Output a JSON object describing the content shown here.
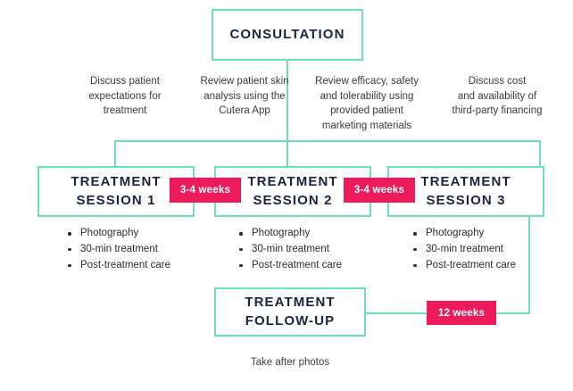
{
  "diagram": {
    "title_node": {
      "label": "CONSULTATION"
    },
    "consultation_notes": [
      {
        "text": "Discuss patient\nexpectations for\ntreatment"
      },
      {
        "text": "Review patient skin\nanalysis using the\nCutera App"
      },
      {
        "text": "Review efficacy, safety\nand tolerability using\nprovided patient\nmarketing materials"
      },
      {
        "text": "Discuss cost\nand availability of\nthird-party financing"
      }
    ],
    "sessions": [
      {
        "label": "TREATMENT\nSESSION 1",
        "details": [
          "Photography",
          "30-min treatment",
          "Post-treatment care"
        ]
      },
      {
        "label": "TREATMENT\nSESSION 2",
        "details": [
          "Photography",
          "30-min treatment",
          "Post-treatment care"
        ]
      },
      {
        "label": "TREATMENT\nSESSION 3",
        "details": [
          "Photography",
          "30-min treatment",
          "Post-treatment care"
        ]
      }
    ],
    "intervals": [
      {
        "label": "3-4 weeks"
      },
      {
        "label": "3-4 weeks"
      },
      {
        "label": "12 weeks"
      }
    ],
    "followup": {
      "label": "TREATMENT\nFOLLOW-UP"
    },
    "caption": "Take after photos",
    "colors": {
      "connector": "#6FE0B6",
      "badge": "#ED1A5C",
      "heading_text": "#1B2340",
      "body_text": "#3B3B3B",
      "background": "#FFFFFF"
    }
  }
}
